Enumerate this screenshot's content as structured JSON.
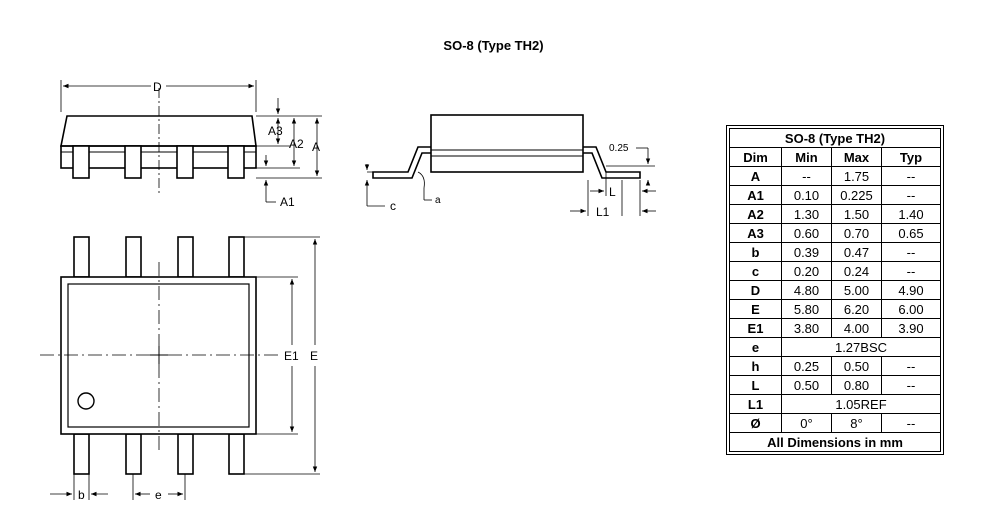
{
  "title": "SO-8 (Type TH2)",
  "side_view": {
    "labels": {
      "D": "D",
      "A": "A",
      "A2": "A2",
      "A3": "A3",
      "A1": "A1"
    }
  },
  "end_view": {
    "labels": {
      "gap": "0.25",
      "L": "L",
      "L1": "L1",
      "c": "c",
      "a": "a"
    }
  },
  "top_view": {
    "labels": {
      "E1": "E1",
      "E": "E",
      "b": "b",
      "e": "e"
    }
  },
  "table": {
    "title": "SO-8 (Type TH2)",
    "headers": [
      "Dim",
      "Min",
      "Max",
      "Typ"
    ],
    "rows": [
      {
        "dim": "A",
        "min": "--",
        "max": "1.75",
        "typ": "--"
      },
      {
        "dim": "A1",
        "min": "0.10",
        "max": "0.225",
        "typ": "--"
      },
      {
        "dim": "A2",
        "min": "1.30",
        "max": "1.50",
        "typ": "1.40"
      },
      {
        "dim": "A3",
        "min": "0.60",
        "max": "0.70",
        "typ": "0.65"
      },
      {
        "dim": "b",
        "min": "0.39",
        "max": "0.47",
        "typ": "--"
      },
      {
        "dim": "c",
        "min": "0.20",
        "max": "0.24",
        "typ": "--"
      },
      {
        "dim": "D",
        "min": "4.80",
        "max": "5.00",
        "typ": "4.90"
      },
      {
        "dim": "E",
        "min": "5.80",
        "max": "6.20",
        "typ": "6.00"
      },
      {
        "dim": "E1",
        "min": "3.80",
        "max": "4.00",
        "typ": "3.90"
      },
      {
        "dim": "e",
        "span": "1.27BSC"
      },
      {
        "dim": "h",
        "min": "0.25",
        "max": "0.50",
        "typ": "--"
      },
      {
        "dim": "L",
        "min": "0.50",
        "max": "0.80",
        "typ": "--"
      },
      {
        "dim": "L1",
        "span": "1.05REF"
      },
      {
        "dim": "Ø",
        "min": "0°",
        "max": "8°",
        "typ": "--"
      }
    ],
    "footer": "All Dimensions in mm"
  }
}
